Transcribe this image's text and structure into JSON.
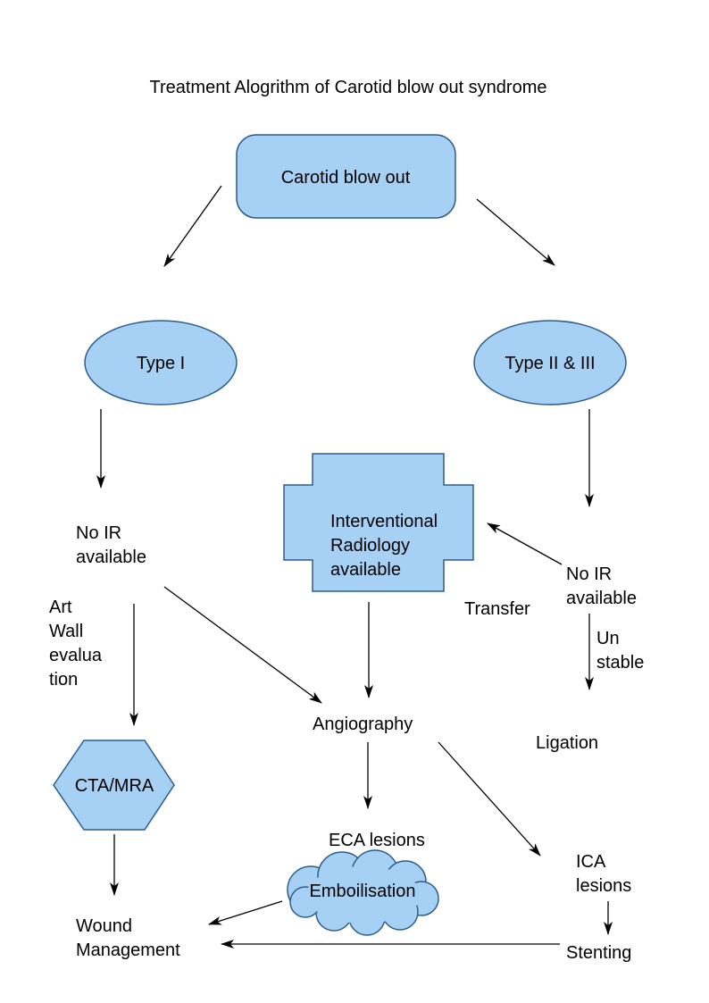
{
  "title": "Treatment Alogrithm of Carotid blow out syndrome",
  "colors": {
    "background": "#ffffff",
    "shape_fill": "#a7d1f4",
    "shape_stroke": "#2e5c8a",
    "line_color": "#000000",
    "text_color": "#000000"
  },
  "nodes": {
    "carotid": {
      "label": "Carotid blow out"
    },
    "type1": {
      "label": "Type I"
    },
    "type2_3": {
      "label": "Type II & III"
    },
    "ir_available": {
      "lines": [
        "Interventional",
        "Radiology",
        "available"
      ]
    },
    "no_ir_left": {
      "lines": [
        "No IR",
        "available"
      ]
    },
    "art_wall_evaluation": {
      "lines": [
        "Art",
        "Wall",
        "evalua",
        "tion"
      ]
    },
    "transfer": {
      "label": "Transfer"
    },
    "no_ir_right": {
      "lines": [
        "No IR",
        "available"
      ]
    },
    "unstable": {
      "lines": [
        "Un",
        "stable"
      ]
    },
    "cta_mra": {
      "label": "CTA/MRA"
    },
    "angiography": {
      "label": "Angiography"
    },
    "ligation": {
      "label": "Ligation"
    },
    "eca_lesions": {
      "label": "ECA lesions"
    },
    "embolisation": {
      "label": "Emboilisation"
    },
    "ica_lesions": {
      "lines": [
        "ICA",
        "lesions"
      ]
    },
    "stenting": {
      "label": "Stenting"
    },
    "wound_management": {
      "lines": [
        "Wound",
        "Management"
      ]
    }
  }
}
